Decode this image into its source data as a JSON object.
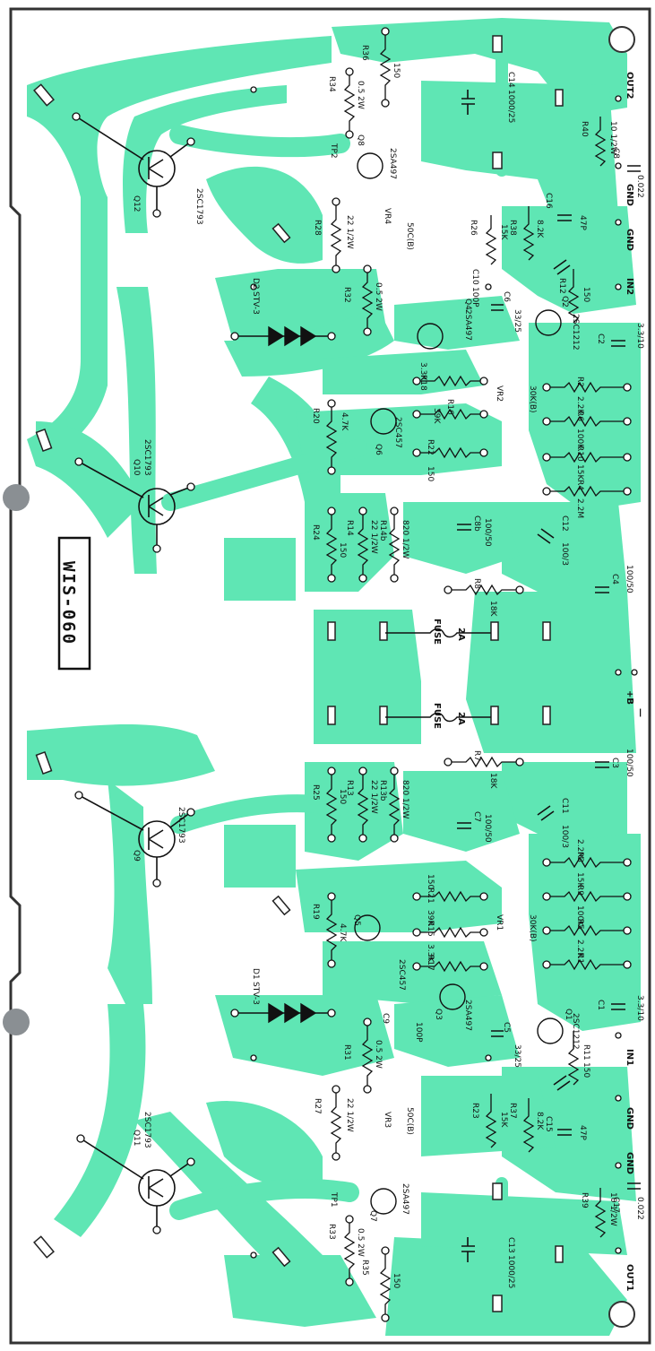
{
  "board": {
    "title": "WIS-060",
    "colors": {
      "copper": "#5fe6b4",
      "background": "#ffffff",
      "silk": "#111111",
      "edge": "#333333"
    }
  },
  "transistors": [
    {
      "ref": "Q12",
      "part": "2SC1793"
    },
    {
      "ref": "Q10",
      "part": "2SC1793"
    },
    {
      "ref": "Q9",
      "part": "2SC1793"
    },
    {
      "ref": "Q11",
      "part": "2SC1793"
    },
    {
      "ref": "Q8",
      "part": "2SA497"
    },
    {
      "ref": "Q6",
      "part": "2SC457"
    },
    {
      "ref": "Q4",
      "part": "2SA497"
    },
    {
      "ref": "Q2",
      "part": "2SC1212"
    },
    {
      "ref": "Q5",
      "part": "2SC457"
    },
    {
      "ref": "Q3",
      "part": "2SA497"
    },
    {
      "ref": "Q1",
      "part": "2SC1212"
    },
    {
      "ref": "Q7",
      "part": "2SA497"
    }
  ],
  "resistors": [
    {
      "ref": "R36",
      "value": "150"
    },
    {
      "ref": "R34",
      "value": "0.5 2W"
    },
    {
      "ref": "R28",
      "value": "22 1/2W"
    },
    {
      "ref": "R32",
      "value": "0.5 2W"
    },
    {
      "ref": "R26",
      "value": "15K"
    },
    {
      "ref": "R12",
      "value": "150"
    },
    {
      "ref": "R38",
      "value": "8.2K"
    },
    {
      "ref": "R40",
      "value": "10 1/2W"
    },
    {
      "ref": "R18",
      "value": "3.3K"
    },
    {
      "ref": "R16",
      "value": "39K"
    },
    {
      "ref": "R22",
      "value": "150"
    },
    {
      "ref": "R20",
      "value": "4.7K"
    },
    {
      "ref": "R2",
      "value": "2.2K"
    },
    {
      "ref": "R6",
      "value": "100K"
    },
    {
      "ref": "R10",
      "value": "15K"
    },
    {
      "ref": "R4",
      "value": "2.2M"
    },
    {
      "ref": "R24",
      "value": "150"
    },
    {
      "ref": "R14",
      "value": "22 1/2W"
    },
    {
      "ref": "R14b",
      "value": "820 1/2W"
    },
    {
      "ref": "R8",
      "value": "18K"
    },
    {
      "ref": "R7",
      "value": "18K"
    },
    {
      "ref": "R25",
      "value": "150"
    },
    {
      "ref": "R13",
      "value": "22 1/2W"
    },
    {
      "ref": "R13b",
      "value": "820 1/2W"
    },
    {
      "ref": "R19",
      "value": "4.7K"
    },
    {
      "ref": "R21",
      "value": "150"
    },
    {
      "ref": "R15",
      "value": "39K"
    },
    {
      "ref": "R17",
      "value": "3.3K"
    },
    {
      "ref": "R3",
      "value": "2.2M"
    },
    {
      "ref": "R9",
      "value": "15K"
    },
    {
      "ref": "R5",
      "value": "100K"
    },
    {
      "ref": "R1",
      "value": "2.2K"
    },
    {
      "ref": "R11",
      "value": "150"
    },
    {
      "ref": "R27",
      "value": "22 1/2W"
    },
    {
      "ref": "R31",
      "value": "0.5 2W"
    },
    {
      "ref": "R23",
      "value": "15K"
    },
    {
      "ref": "R37",
      "value": "8.2K"
    },
    {
      "ref": "R39",
      "value": "10 1/2W"
    },
    {
      "ref": "R33",
      "value": "0.5 2W"
    },
    {
      "ref": "R35",
      "value": "150"
    }
  ],
  "capacitors": [
    {
      "ref": "C14",
      "value": "1000/25"
    },
    {
      "ref": "C8",
      "value": "0.022"
    },
    {
      "ref": "C16",
      "value": "47P"
    },
    {
      "ref": "C10",
      "value": "100P"
    },
    {
      "ref": "C6",
      "value": "33/25"
    },
    {
      "ref": "C2",
      "value": "3.3/10"
    },
    {
      "ref": "C12",
      "value": "100/3"
    },
    {
      "ref": "C8b",
      "value": "100/50"
    },
    {
      "ref": "C4",
      "value": "100/50"
    },
    {
      "ref": "C3",
      "value": "100/50"
    },
    {
      "ref": "C7",
      "value": "100/50"
    },
    {
      "ref": "C11",
      "value": "100/3"
    },
    {
      "ref": "C9",
      "value": "100P"
    },
    {
      "ref": "C5",
      "value": "33/25"
    },
    {
      "ref": "C1",
      "value": "3.3/10"
    },
    {
      "ref": "C15",
      "value": "47P"
    },
    {
      "ref": "C17",
      "value": "0.022"
    },
    {
      "ref": "C13",
      "value": "1000/25"
    }
  ],
  "variable_resistors": [
    {
      "ref": "VR4",
      "value": "50C(B)"
    },
    {
      "ref": "VR2",
      "value": "30K(B)"
    },
    {
      "ref": "VR1",
      "value": "30K(B)"
    },
    {
      "ref": "VR3",
      "value": "50C(B)"
    }
  ],
  "diodes": [
    {
      "ref": "D2",
      "part": "STV-3"
    },
    {
      "ref": "D1",
      "part": "STV-3"
    }
  ],
  "fuses": [
    {
      "label": "FUSE",
      "rating": "2A"
    },
    {
      "label": "FUSE",
      "rating": "2A"
    }
  ],
  "terminals": {
    "out2": "OUT2",
    "gnd_a": "GND",
    "gnd_b": "GND",
    "in2": "IN2",
    "plus_b": "+B",
    "minus": "—",
    "in1": "IN1",
    "gnd_c": "GND",
    "gnd_d": "GND",
    "out1": "OUT1",
    "tp2": "TP2",
    "tp1": "TP1"
  }
}
